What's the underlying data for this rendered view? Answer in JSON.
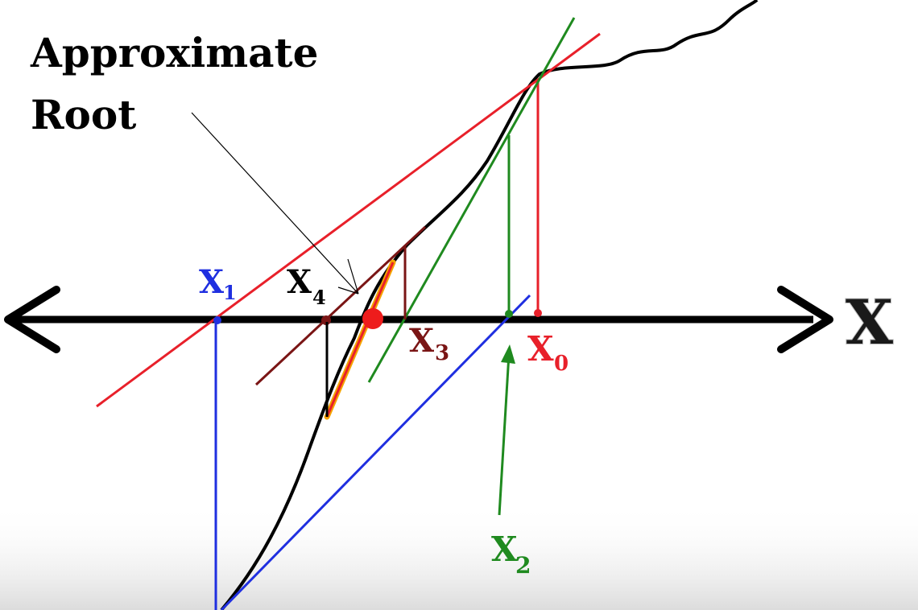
{
  "title": {
    "line1": "Approximate",
    "line2": "Root"
  },
  "axis": {
    "label": "X"
  },
  "iterates": [
    {
      "base": "X",
      "sub": "0"
    },
    {
      "base": "X",
      "sub": "1"
    },
    {
      "base": "X",
      "sub": "2"
    },
    {
      "base": "X",
      "sub": "3"
    },
    {
      "base": "X",
      "sub": "4"
    }
  ],
  "colors": {
    "curve": "#000000",
    "axis": "#000000",
    "x0": "#e8202a",
    "x1": "#1f2fe0",
    "x2": "#1f8a1f",
    "x3": "#7a1515",
    "x4": "#000000",
    "root_marker": "#ee1c1c",
    "final_tangent_glow": "#f5a300"
  }
}
